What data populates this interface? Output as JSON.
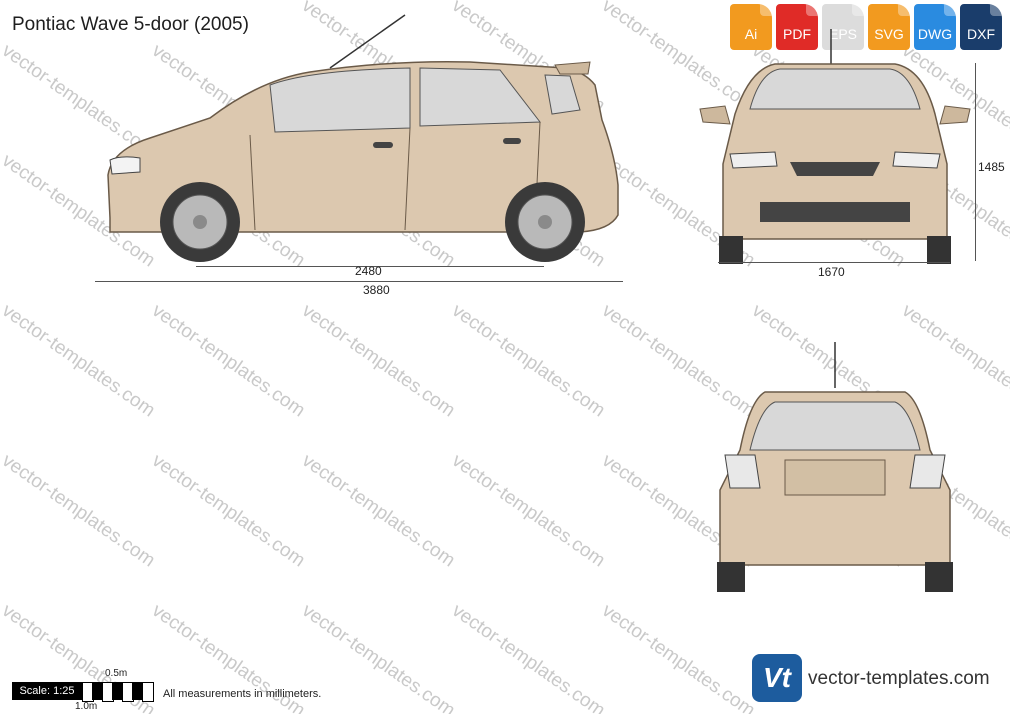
{
  "title": "Pontiac Wave 5-door (2005)",
  "formats": [
    {
      "label": "Ai",
      "color": "#f29a1f"
    },
    {
      "label": "PDF",
      "color": "#e02b27"
    },
    {
      "label": "EPS",
      "color": "#e8e8e8"
    },
    {
      "label": "SVG",
      "color": "#f29a1f"
    },
    {
      "label": "DWG",
      "color": "#2a8be0"
    },
    {
      "label": "DXF",
      "color": "#1a3d6b"
    }
  ],
  "watermark_text": "vector-templates.com",
  "dimensions": {
    "wheelbase": "2480",
    "length": "3880",
    "height": "1485",
    "width": "1670"
  },
  "scale": {
    "label": "Scale: 1:25",
    "half_meter": "0.5m",
    "one_meter": "1.0m"
  },
  "note": "All measurements in millimeters.",
  "brand": {
    "logo_glyph": "Vt",
    "site": "vector-templates.com"
  },
  "car_color": "#dcc8af"
}
